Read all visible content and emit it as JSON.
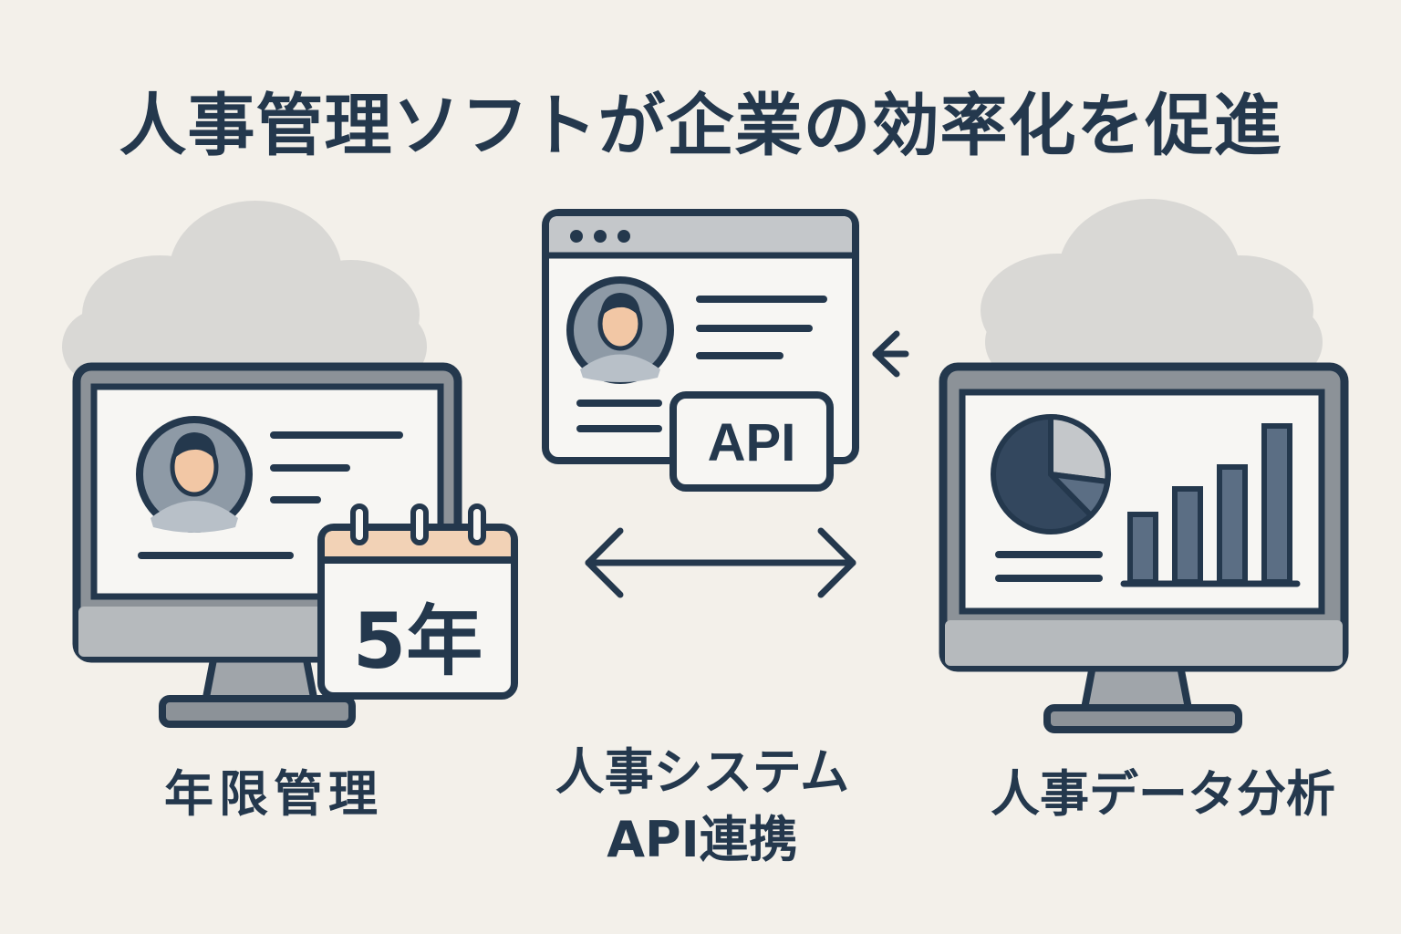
{
  "title": "人事管理ソフトが企業の効率化を促進",
  "panels": {
    "left": {
      "label": "年限管理",
      "calendar_text": "5年"
    },
    "middle": {
      "label_line1": "人事システム",
      "label_line2": "API連携",
      "badge_text": "API"
    },
    "right": {
      "label": "人事データ分析"
    }
  },
  "colors": {
    "background": "#f3f0ea",
    "ink": "#24384d",
    "monitor_gray": "#8c9298",
    "screen_white": "#f7f6f3",
    "cloud": "#d9d8d5",
    "calendar_header": "#f2d2b6",
    "avatar_bg": "#8e9aa6",
    "skin": "#f2c7a5",
    "bar_fill": "#5b6e84"
  },
  "icons": [
    "cloud-icon",
    "monitor-icon",
    "avatar-icon",
    "calendar-icon",
    "browser-window-icon",
    "api-badge-icon",
    "double-arrow-icon",
    "arrow-left-icon",
    "pie-chart-icon",
    "bar-chart-icon"
  ]
}
